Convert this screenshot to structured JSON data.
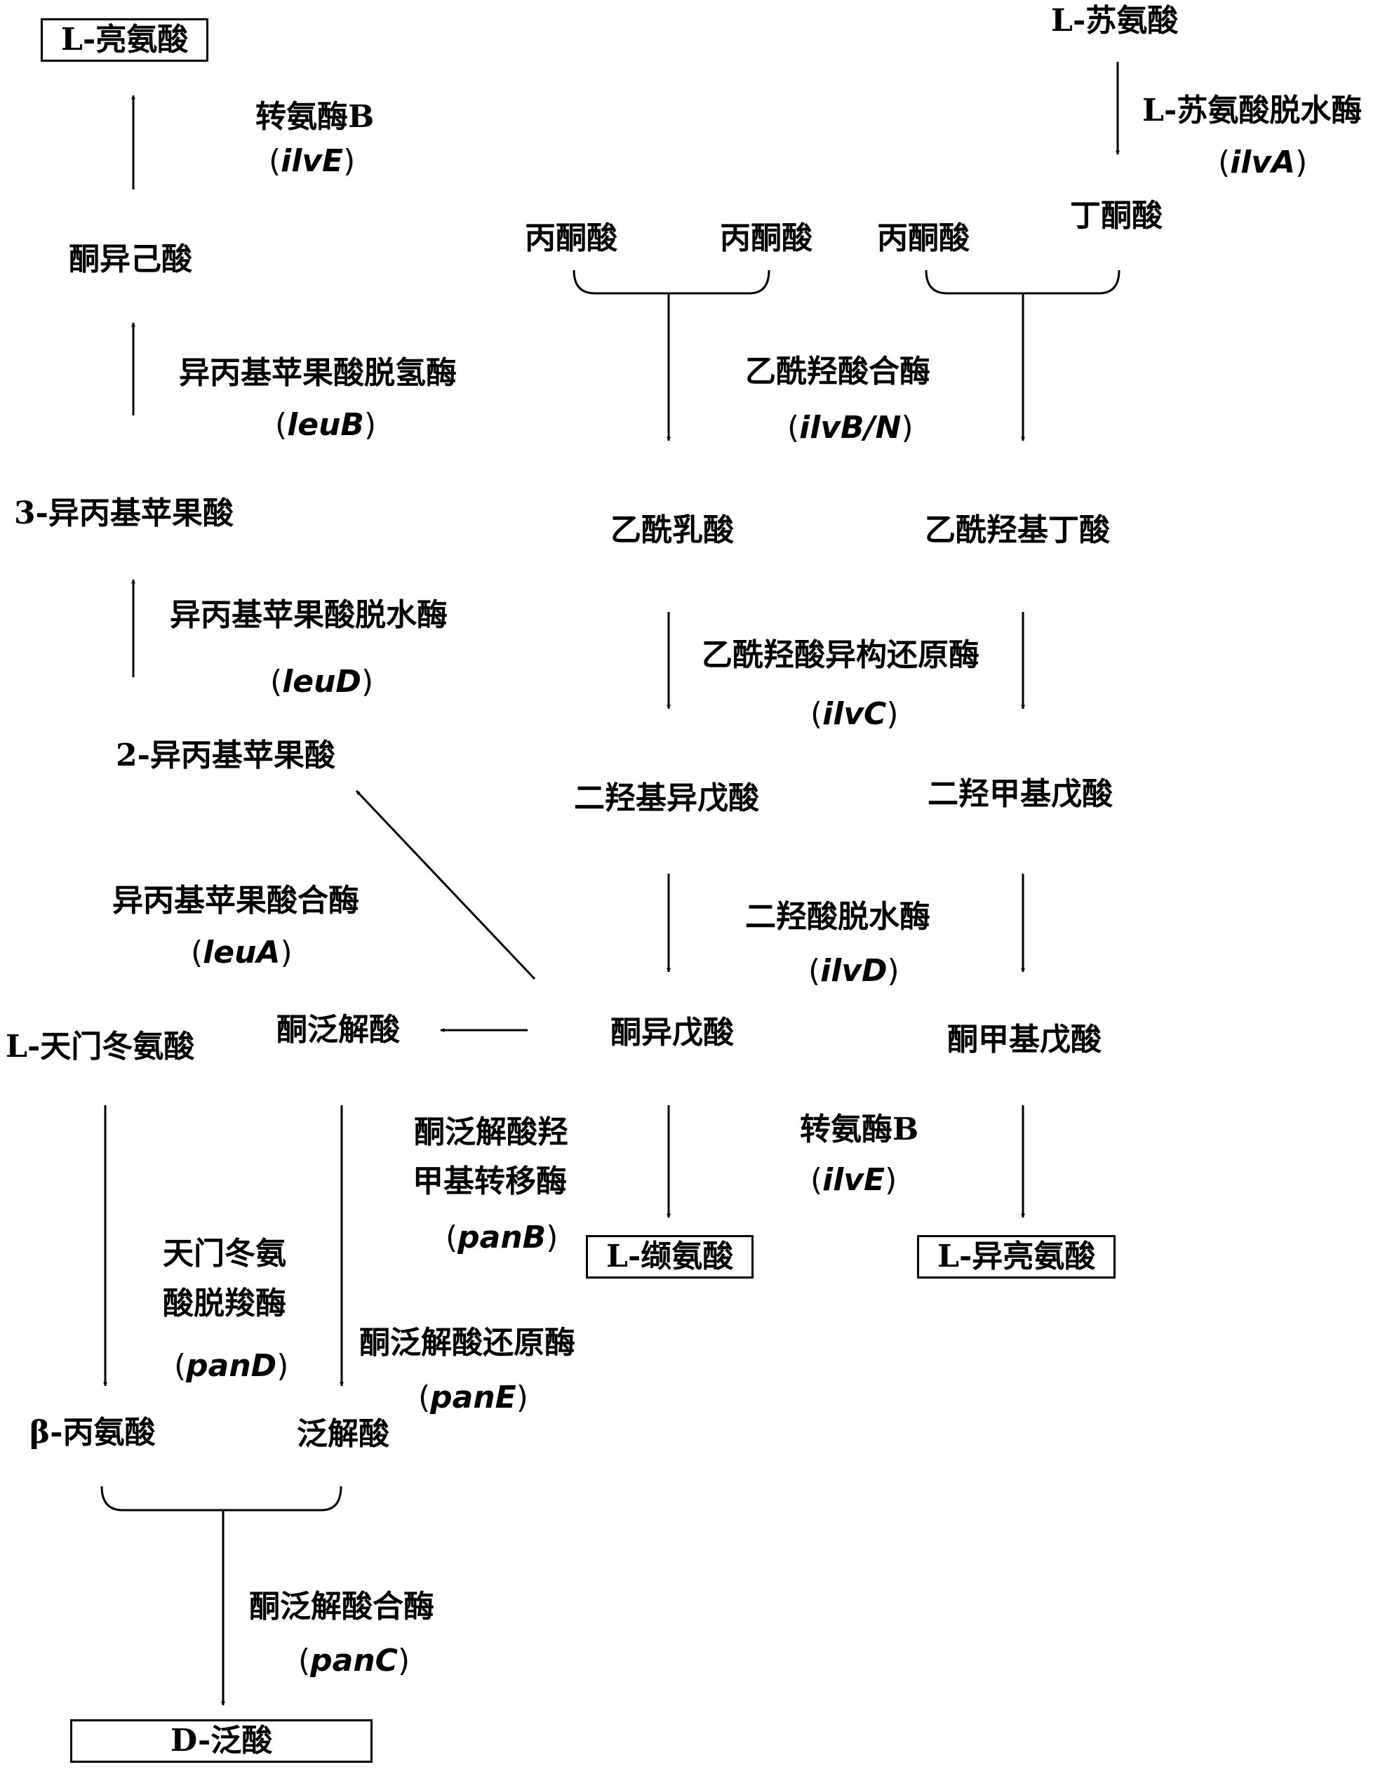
{
  "nodes": {
    "l_leucine": "L-亮氨酸",
    "l_threonine": "L-苏氨酸",
    "ketoisocaproate": "酮异己酸",
    "pyruvate_1": "丙酮酸",
    "pyruvate_2": "丙酮酸",
    "pyruvate_3": "丙酮酸",
    "ketobutyrate": "丁酮酸",
    "isopropylmalate_3": "3-异丙基苹果酸",
    "acetolactate": "乙酰乳酸",
    "acetohydroxybutyrate": "乙酰羟基丁酸",
    "isopropylmalate_2": "2-异丙基苹果酸",
    "dihydroxyisovalerate": "二羟基异戊酸",
    "dihydroxymethylvalerate": "二羟甲基戊酸",
    "l_aspartate": "L-天门冬氨酸",
    "ketopantoate": "酮泛解酸",
    "ketoisovalerate": "酮异戊酸",
    "ketomethylvalerate": "酮甲基戊酸",
    "l_valine": "L-缬氨酸",
    "l_isoleucine": "L-异亮氨酸",
    "beta_alanine": "β-丙氨酸",
    "pantoate": "泛解酸",
    "d_pantothenate": "D-泛酸"
  },
  "enzymes": {
    "transaminase_b_top": {
      "name": "转氨酶B",
      "prefix": "(",
      "gene": "ilvE",
      "suffix": ")"
    },
    "threonine_dehydratase": {
      "name": "L-苏氨酸脱水酶",
      "prefix": "(",
      "gene": "ilvA",
      "suffix": ")"
    },
    "ipm_dehydrogenase": {
      "name": "异丙基苹果酸脱氢酶",
      "prefix": "(",
      "gene": "leuB",
      "suffix": ")"
    },
    "acetohydroxyacid_synthase": {
      "name": "乙酰羟酸合酶",
      "prefix": "(",
      "gene": "ilvB/N",
      "suffix": ")"
    },
    "ipm_dehydratase": {
      "name": "异丙基苹果酸脱水酶",
      "prefix": "(",
      "gene": "leuD",
      "suffix": ")"
    },
    "acetohydroxyacid_isomeroreductase": {
      "name": "乙酰羟酸异构还原酶",
      "prefix": "(",
      "gene": "ilvC",
      "suffix": ")"
    },
    "ipm_synthase": {
      "name": "异丙基苹果酸合酶",
      "prefix": "(",
      "gene": "leuA",
      "suffix": ")"
    },
    "dihydroxyacid_dehydratase": {
      "name": "二羟酸脱水酶",
      "prefix": "(",
      "gene": "ilvD",
      "suffix": ")"
    },
    "ketopantoate_hmt": {
      "name_line1": "酮泛解酸羟",
      "name_line2": "甲基转移酶",
      "prefix": "(",
      "gene": "panB",
      "suffix": ")"
    },
    "transaminase_b_bottom": {
      "name": "转氨酶B",
      "prefix": "(",
      "gene": "ilvE",
      "suffix": ")"
    },
    "aspartate_decarboxylase": {
      "name_line1": "天门冬氨",
      "name_line2": "酸脱羧酶",
      "prefix": "(",
      "gene": "panD",
      "suffix": ")"
    },
    "ketopantoate_reductase": {
      "name": "酮泛解酸还原酶",
      "prefix": "(",
      "gene": "panE",
      "suffix": ")"
    },
    "ketopantoate_synthase": {
      "name": "酮泛解酸合酶",
      "prefix": "(",
      "gene": "panC",
      "suffix": ")"
    }
  }
}
